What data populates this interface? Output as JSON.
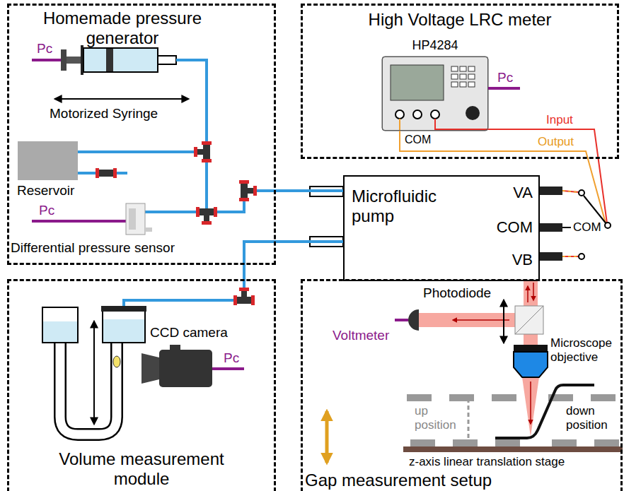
{
  "diagram": {
    "nodes": [
      {
        "text": [
          "Homemade pressure generator"
        ]
      },
      {
        "text": [
          "High Voltage LRC meter"
        ]
      },
      {
        "text": [
          "HP4284"
        ],
        "in": 1
      },
      {
        "text": [
          "Microfluidic pump",
          "VA",
          "COM",
          "VB"
        ]
      },
      {
        "text": [
          "Volume measurement module"
        ]
      },
      {
        "text": [
          "Gap measurement setup"
        ]
      }
    ],
    "edges": [
      {
        "from": 0,
        "to": 3,
        "arrow": "none"
      },
      {
        "from": 3,
        "to": 4,
        "arrow": "none"
      }
    ],
    "labels": [
      "Pc",
      "Motorized Syringe",
      "Reservoir",
      "Pc",
      "Differential pressure sensor",
      "Pc",
      "COM",
      "Input",
      "Output",
      "COM",
      "CCD camera",
      "Pc",
      "Photodiode",
      "Voltmeter",
      "Microscope objective",
      "up position",
      "down position",
      "z-axis linear translation stage"
    ]
  }
}
